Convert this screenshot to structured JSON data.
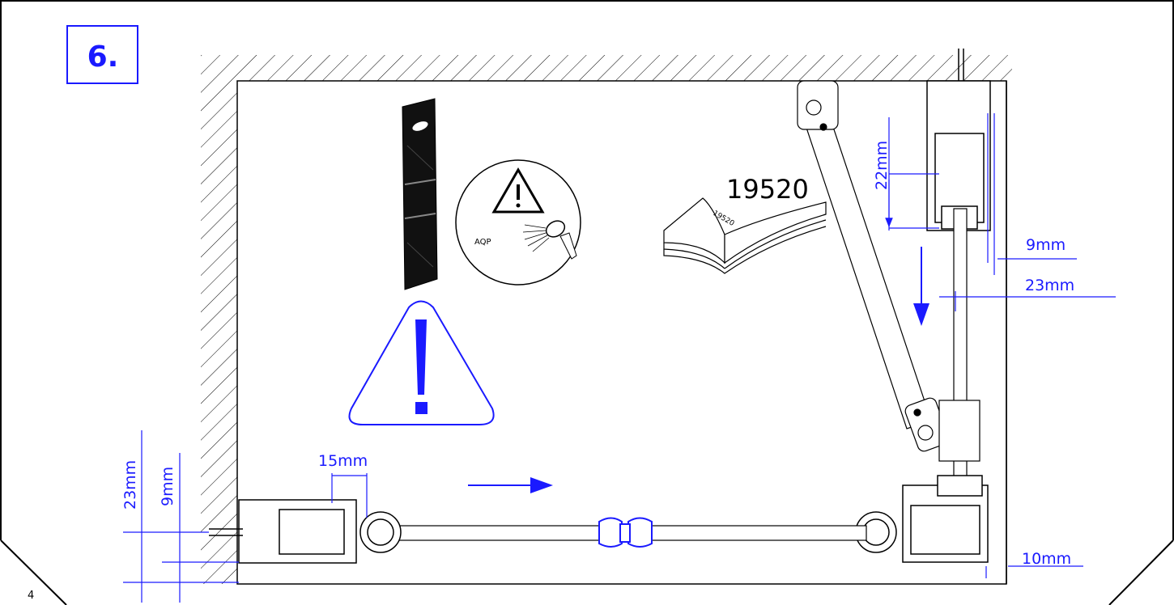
{
  "step": {
    "number": "6."
  },
  "part_code": "19520",
  "booklet_code": "19520",
  "product_label": "AQP",
  "dimensions": {
    "top_22": "22mm",
    "right_9": "9mm",
    "right_23": "23mm",
    "bottom_10": "10mm",
    "left_15": "15mm",
    "left_23": "23mm",
    "left_9": "9mm"
  },
  "page_number": "4",
  "colors": {
    "accent": "#1a1aff",
    "line": "#000000"
  }
}
